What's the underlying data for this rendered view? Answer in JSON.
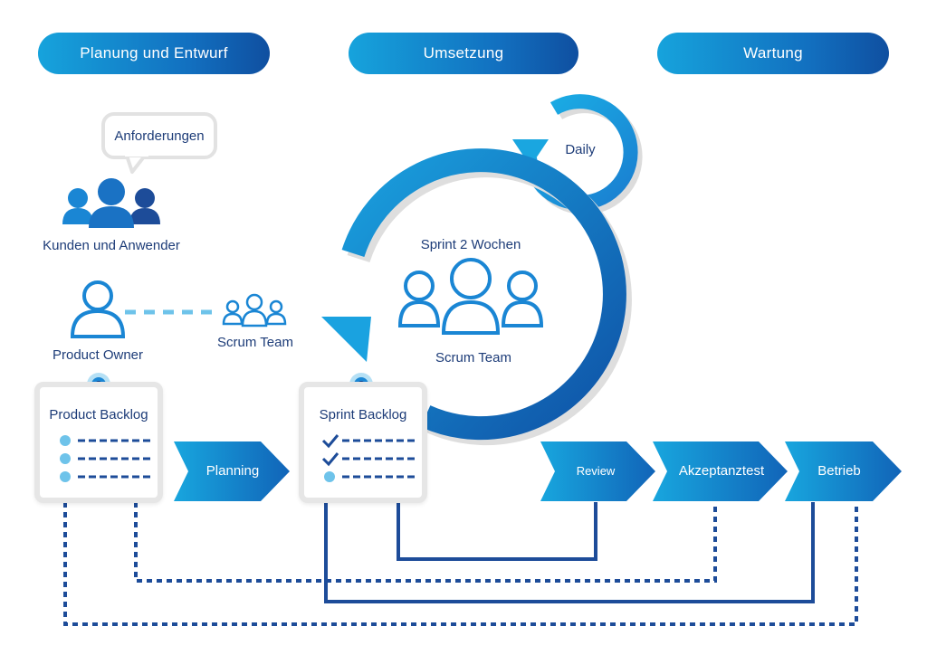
{
  "phases": {
    "planning": "Planung und Entwurf",
    "implementation": "Umsetzung",
    "maintenance": "Wartung"
  },
  "labels": {
    "requirements": "Anforderungen",
    "customers": "Kunden und Anwender",
    "product_owner": "Product Owner",
    "scrum_team_small": "Scrum Team",
    "daily": "Daily",
    "sprint": "Sprint 2 Wochen",
    "scrum_team_center": "Scrum Team",
    "product_backlog": "Product Backlog",
    "sprint_backlog": "Sprint Backlog"
  },
  "steps": {
    "planning": "Planning",
    "review": "Review",
    "acceptance": "Akzeptanztest",
    "operation": "Betrieb"
  },
  "colors": {
    "navy": "#1d3c78",
    "blue": "#1b6fc3",
    "light_blue": "#6ec3ea",
    "dark_line": "#1d4c99",
    "gray": "#e6e6e6"
  }
}
